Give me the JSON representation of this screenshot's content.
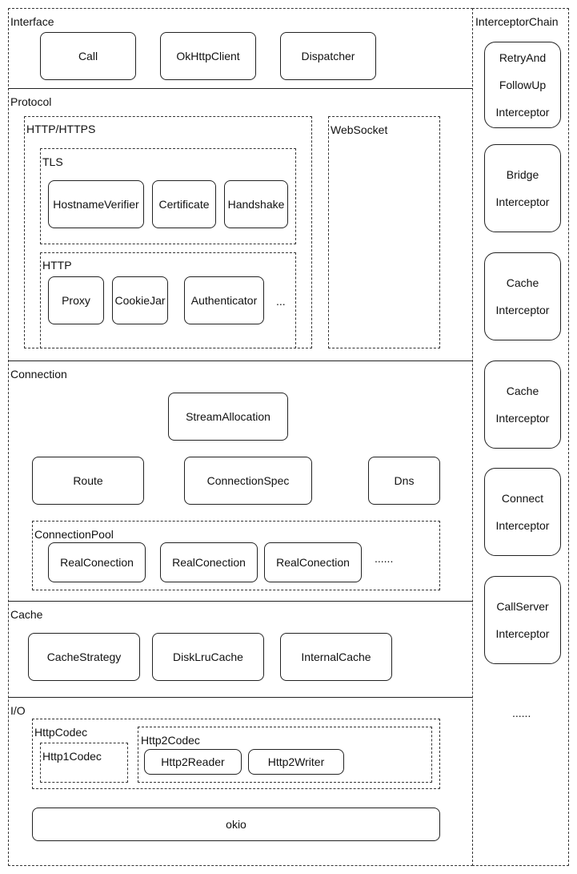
{
  "sections": {
    "interface": "Interface",
    "protocol": "Protocol",
    "connection": "Connection",
    "cache": "Cache",
    "io": "I/O",
    "interceptor_chain": "InterceptorChain"
  },
  "interface": {
    "call": "Call",
    "okhttpclient": "OkHttpClient",
    "dispatcher": "Dispatcher"
  },
  "protocol": {
    "http_https": "HTTP/HTTPS",
    "websocket": "WebSocket",
    "tls": "TLS",
    "tls_items": [
      "HostnameVerifier",
      "Certificate",
      "Handshake"
    ],
    "http": "HTTP",
    "http_items": [
      "Proxy",
      "CookieJar",
      "Authenticator"
    ],
    "ellipsis": "..."
  },
  "connection": {
    "stream_allocation": "StreamAllocation",
    "route": "Route",
    "connection_spec": "ConnectionSpec",
    "dns": "Dns",
    "pool_label": "ConnectionPool",
    "pool_items": [
      "RealConection",
      "RealConection",
      "RealConection"
    ],
    "ellipsis": "......"
  },
  "cache": {
    "items": [
      "CacheStrategy",
      "DiskLruCache",
      "InternalCache"
    ]
  },
  "io": {
    "httpcodec": "HttpCodec",
    "http1codec": "Http1Codec",
    "http2codec": "Http2Codec",
    "http2reader": "Http2Reader",
    "http2writer": "Http2Writer",
    "okio": "okio"
  },
  "interceptors": [
    [
      "RetryAnd",
      "FollowUp",
      "Interceptor"
    ],
    [
      "Bridge",
      "Interceptor"
    ],
    [
      "Cache",
      "Interceptor"
    ],
    [
      "Cache",
      "Interceptor"
    ],
    [
      "Connect",
      "Interceptor"
    ],
    [
      "CallServer",
      "Interceptor"
    ]
  ],
  "interceptors_ellipsis": "......"
}
